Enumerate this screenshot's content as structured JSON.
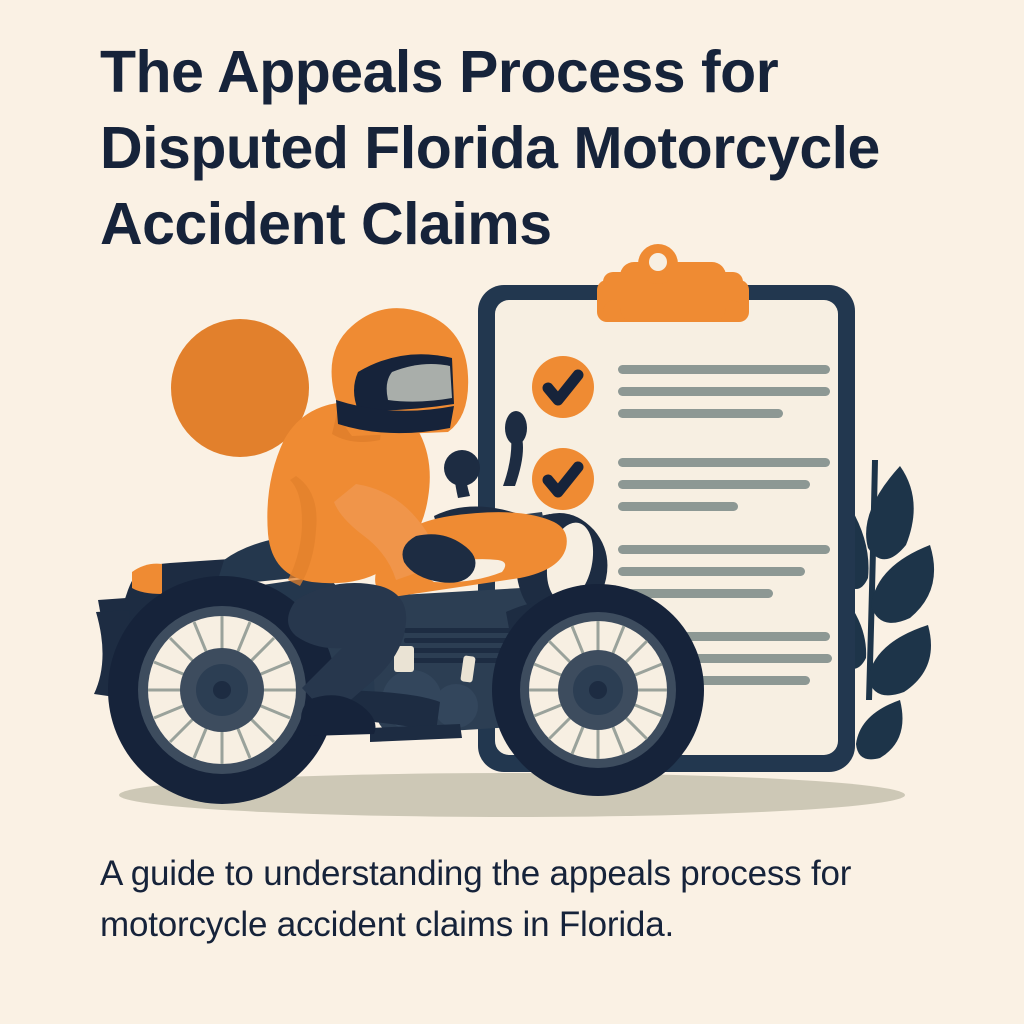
{
  "page": {
    "background_color": "#faf1e4",
    "title": "The Appeals Process for Disputed Florida Motorcycle Accident Claims",
    "subtitle": "A guide to understanding the appeals process for motorcycle accident claims in Florida."
  },
  "palette": {
    "background": "#faf1e4",
    "ink_navy": "#16233a",
    "accent_orange": "#ef8b33",
    "orange_deep": "#e2802c",
    "paper": "#f7efe2",
    "line_gray": "#8d9894",
    "shadow": "#cdc8b6",
    "steel": "#3d4c5e",
    "visor_gray": "#a9aeaa"
  },
  "illustration": {
    "name": "motorcycle-rider-with-claim-clipboard",
    "clipboard": {
      "name": "claim-clipboard",
      "board_color": "#22374f",
      "paper_color": "#f7efe2",
      "clip_color": "#ef8b33",
      "checklist_items": [
        {
          "index": 1,
          "checked": true,
          "line_widths": [
            212,
            212,
            165
          ]
        },
        {
          "index": 2,
          "checked": true,
          "line_widths": [
            212,
            192,
            120
          ]
        },
        {
          "index": 3,
          "checked": true,
          "line_widths": [
            212,
            187,
            155
          ]
        },
        {
          "index": 4,
          "checked": false,
          "line_widths": [
            180,
            160,
            125
          ]
        }
      ],
      "check_glyph": "checkmark"
    },
    "rider": {
      "name": "motorcycle-rider",
      "helmet_color": "#ef8b33",
      "visor_color": "#a9aeaa",
      "jacket_color": "#ef8b33",
      "pants_color": "#27374d",
      "boot_color": "#16233a"
    },
    "motorcycle": {
      "name": "motorcycle",
      "body_color": "#1d2c42",
      "tank_color": "#ef8b33",
      "tank_stripe_color": "#f7efe2",
      "wheel_rim_color": "#445667",
      "headlight_lens_color": "#f7efe2",
      "taillight_color": "#ef8b33"
    },
    "decor": {
      "sun_circle_color": "#e2802c",
      "leaf_branch_color": "#1d3449",
      "ground_shadow_color": "#cdc8b6"
    }
  }
}
